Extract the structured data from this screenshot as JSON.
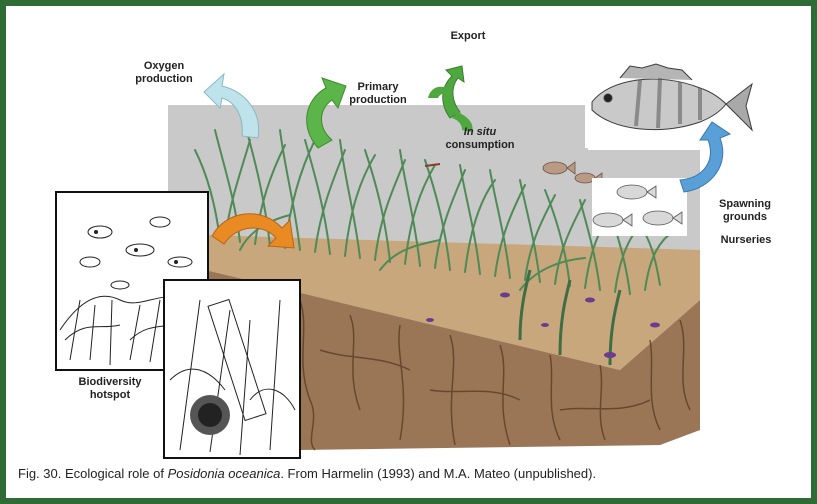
{
  "labels": {
    "oxygen_line1": "Oxygen",
    "oxygen_line2": "production",
    "export": "Export",
    "primary_line1": "Primary",
    "primary_line2": "production",
    "insitu_italic": "In situ",
    "insitu_line2": "consumption",
    "spawning_line1": "Spawning",
    "spawning_line2": "grounds",
    "nurseries": "Nurseries",
    "biodiversity_line1": "Biodiversity",
    "biodiversity_line2": "hotspot"
  },
  "caption": {
    "prefix": "Fig. 30. Ecological role of ",
    "species": "Posidonia oceanica",
    "suffix": ". From Harmelin (1993) and M.A. Mateo (unpublished)."
  },
  "colors": {
    "frame": "#2f6b35",
    "water": "#c9c9c9",
    "sediment": "#c9a77c",
    "matte": "#9b7656",
    "seagrass": "#4f8a57",
    "arrow_oxygen": "#bfe3ea",
    "arrow_primary": "#5cb548",
    "arrow_export": "#4fa83f",
    "arrow_spawning": "#5aa0d8",
    "arrow_biodiversity": "#e98a22"
  }
}
